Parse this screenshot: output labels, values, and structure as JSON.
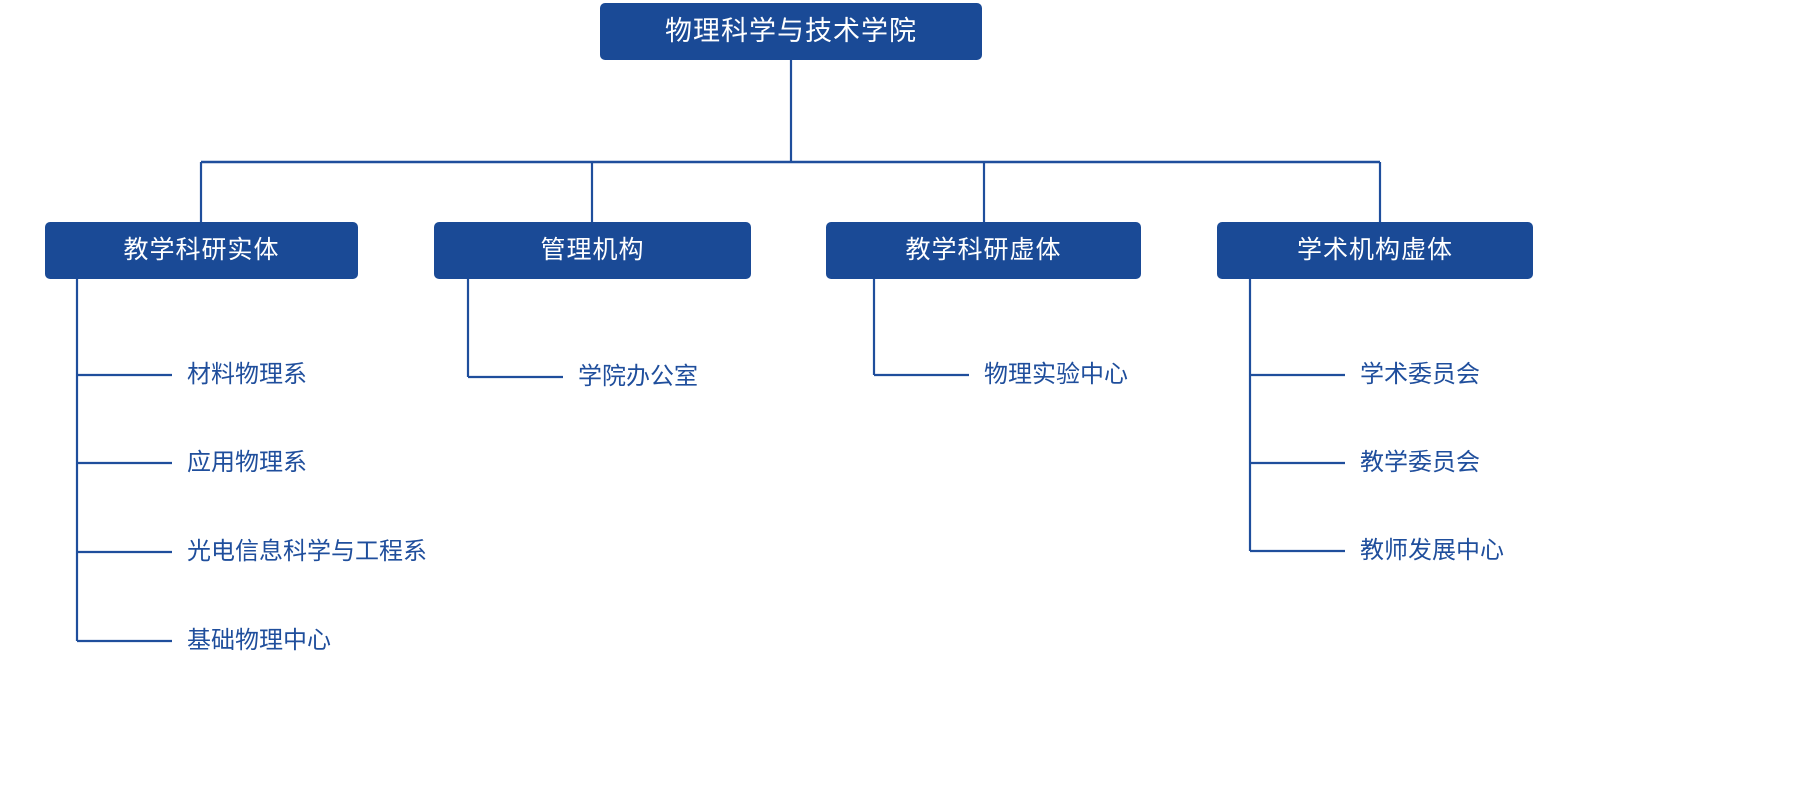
{
  "chart_data": {
    "type": "diagram",
    "diagram_kind": "organizational-chart",
    "orientation": "top-down",
    "title": "物理科学与技术学院",
    "colors": {
      "box_fill": "#1a4a96",
      "box_text": "#ffffff",
      "connector": "#1f4e9c",
      "leaf_text": "#1f4e9c",
      "background": "#ffffff"
    },
    "levels": 3,
    "node_count": 13
  },
  "root": {
    "label": "物理科学与技术学院"
  },
  "branches": [
    {
      "label": "教学科研实体",
      "children": [
        {
          "label": "材料物理系"
        },
        {
          "label": "应用物理系"
        },
        {
          "label": "光电信息科学与工程系"
        },
        {
          "label": "基础物理中心"
        }
      ]
    },
    {
      "label": "管理机构",
      "children": [
        {
          "label": "学院办公室"
        }
      ]
    },
    {
      "label": "教学科研虚体",
      "children": [
        {
          "label": "物理实验中心"
        }
      ]
    },
    {
      "label": "学术机构虚体",
      "children": [
        {
          "label": "学术委员会"
        },
        {
          "label": "教学委员会"
        },
        {
          "label": "教师发展中心"
        }
      ]
    }
  ]
}
